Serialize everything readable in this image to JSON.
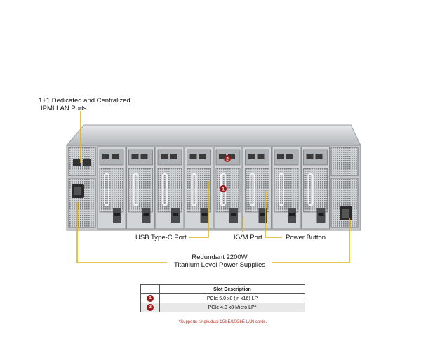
{
  "callouts": {
    "ipmi_lan": [
      "1+1 Dedicated and Centralized",
      "IPMI LAN Ports"
    ],
    "usb_c": "USB Type-C Port",
    "kvm": "KVM Port",
    "power_button": "Power Button",
    "psu": [
      "Redundant  2200W",
      "Titanium Level Power Supplies"
    ]
  },
  "badges": {
    "slot1": "1",
    "slot2": "2"
  },
  "slot_table": {
    "header": "Slot Description",
    "rows": [
      {
        "num": "1",
        "desc": "PCIe 5.0 x8 (in x16) LP"
      },
      {
        "num": "2",
        "desc": "PCIe 4.0 x8 Micro LP*"
      }
    ],
    "footnote": "*Supports single/dual 1GbE/10GbE  LAN cards."
  },
  "colors": {
    "callout_line": "#e0b21c",
    "badge": "#9b1b1b",
    "chassis": "#b9bcc0"
  }
}
